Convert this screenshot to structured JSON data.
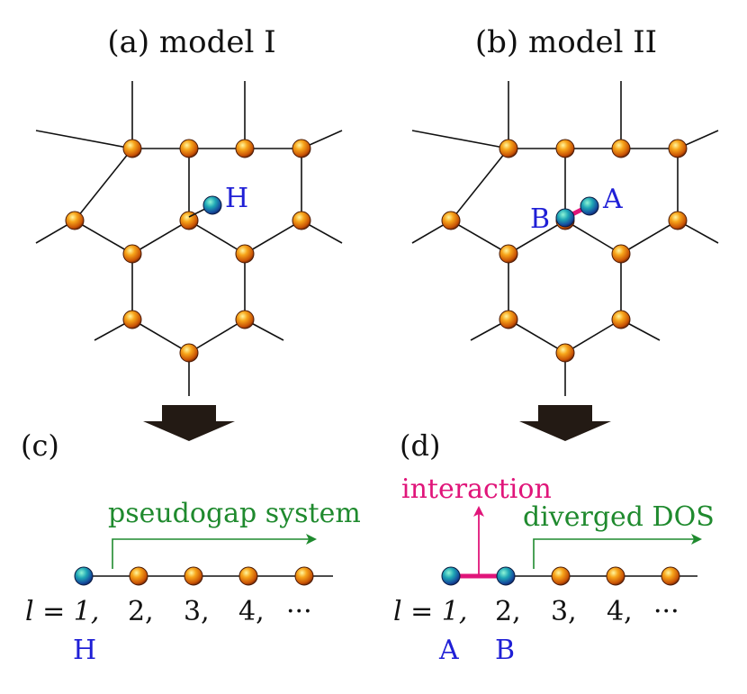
{
  "colors": {
    "atom_orange": "#e8860c",
    "atom_blue": "#1a8fb0",
    "text_blue": "#1f1fd6",
    "text_green": "#1f8a2e",
    "text_pink": "#e0157a",
    "arrow_dark": "#231a14"
  },
  "panel_a": {
    "title": "(a) model I",
    "adatom_label": "H"
  },
  "panel_b": {
    "title": "(b) model II",
    "label_A": "A",
    "label_B": "B"
  },
  "panel_c": {
    "label": "(c)",
    "arrow_text": "pseudogap system",
    "index_prefix": "l = 1,",
    "indices": [
      "2,",
      "3,",
      "4,"
    ],
    "ellipsis": "···",
    "site1_label": "H"
  },
  "panel_d": {
    "label": "(d)",
    "interaction_text": "interaction",
    "arrow_text": "diverged DOS",
    "index_prefix": "l = 1,",
    "indices": [
      "2,",
      "3,",
      "4,"
    ],
    "ellipsis": "···",
    "site1_label": "A",
    "site2_label": "B"
  }
}
